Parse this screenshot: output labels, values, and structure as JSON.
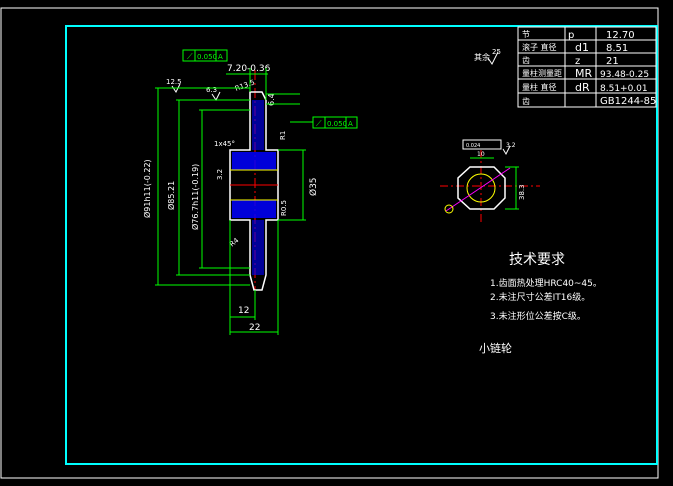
{
  "title_block": {
    "rows": [
      {
        "label": "节",
        "symbol": "p",
        "value": "12.70"
      },
      {
        "label": "滚子 直径",
        "symbol": "d1",
        "value": "8.51"
      },
      {
        "label": "齿",
        "symbol": "z",
        "value": "21"
      },
      {
        "label": "量柱测量距",
        "symbol": "MR",
        "value": "93.48-0.25"
      },
      {
        "label": "量柱 直径",
        "symbol": "dR",
        "value": "8.51+0.01"
      },
      {
        "label": "齿",
        "symbol": "",
        "value": "GB1244-85"
      }
    ]
  },
  "surface_note": "其余",
  "surface_value": "25",
  "tech_requirements": {
    "title": "技术要求",
    "items": [
      "1.齿面热处理HRC40~45。",
      "2.未注尺寸公差IT16级。",
      "3.未注形位公差按C级。"
    ]
  },
  "part_name": "小链轮",
  "dimensions": {
    "tolerance_frame_top": "0.050",
    "datum_top": "A",
    "tolerance_frame_right": "0.050",
    "datum_right": "A",
    "hub_length": "7.20-0.36",
    "tooth_width": "6.4",
    "chamfer": "1x45°",
    "bore": "Ø35",
    "outer_dia": "Ø91h11(-0.22)",
    "pitch_dia": "Ø85.21",
    "root_dia": "Ø76.7h11(-0.19)",
    "width_12": "12",
    "width_22": "22",
    "r13": "R13.5",
    "r4": "R4",
    "r05": "R0.5",
    "r1": "R1",
    "ra125": "12.5",
    "ra63": "6.3",
    "ra32": "3.2",
    "keyway_dim": "38.3",
    "keyway_tol": "10",
    "keyway_frame": "0.024",
    "keyway_ra": "3.2"
  },
  "colors": {
    "frame": "#00ffff",
    "lines": "#ffffff",
    "dims": "#00ff00",
    "hatch": "#0000ff",
    "center": "#ff0000",
    "part": "#ff00ff"
  }
}
